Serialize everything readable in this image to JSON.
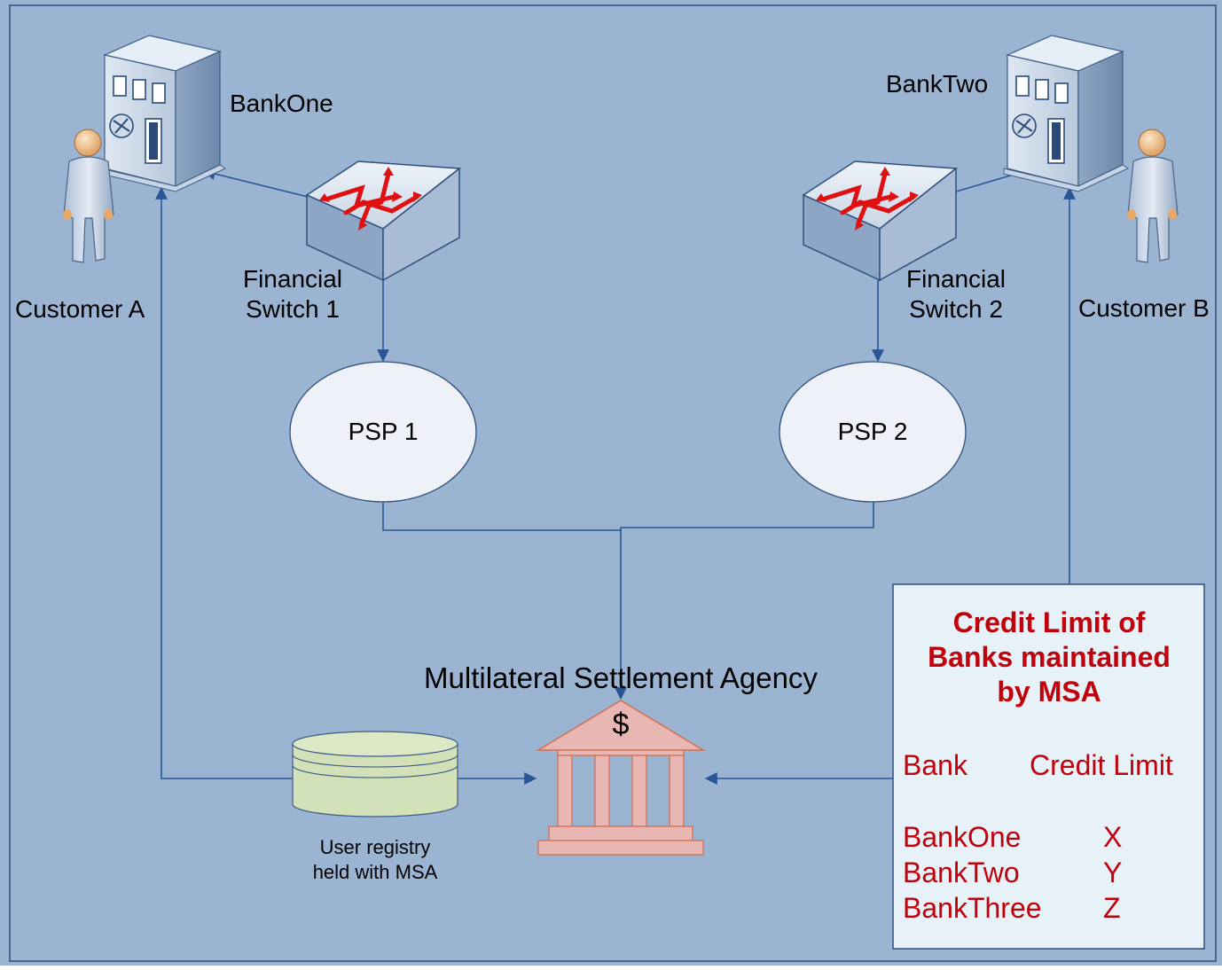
{
  "colors": {
    "background": "#9bb4d2",
    "connector": "#2a5595",
    "credit_title": "#c0000a",
    "credit_body": "#c0000a",
    "panel_fill": "#e6f1f8",
    "ellipse_fill": "#eef2f8",
    "registry_fill": "#d2e1b7",
    "msa_fill": "#e8b7b4",
    "msa_stroke": "#d26d4c"
  },
  "nodes": {
    "bank_one_label": "BankOne",
    "bank_two_label": "BankTwo",
    "customer_a_label": "Customer A",
    "customer_b_label": "Customer B",
    "switch1_line1": "Financial",
    "switch1_line2": "Switch 1",
    "switch2_line1": "Financial",
    "switch2_line2": "Switch 2",
    "psp1_label": "PSP 1",
    "psp2_label": "PSP 2",
    "msa_label": "Multilateral Settlement Agency",
    "msa_symbol": "$",
    "registry_line1": "User registry",
    "registry_line2": "held with MSA"
  },
  "icons": {
    "bank_one": "bank-building-icon",
    "bank_two": "bank-building-icon",
    "customer_a": "person-icon",
    "customer_b": "person-icon",
    "switch1": "network-switch-icon",
    "switch2": "network-switch-icon",
    "registry": "database-icon",
    "msa": "bank-columns-icon"
  },
  "credit_panel": {
    "title_line1": "Credit Limit of",
    "title_line2": "Banks maintained",
    "title_line3": "by MSA",
    "col_bank": "Bank",
    "col_limit": "Credit Limit",
    "rows": [
      {
        "bank": "BankOne",
        "limit": "X"
      },
      {
        "bank": "BankTwo",
        "limit": "Y"
      },
      {
        "bank": "BankThree",
        "limit": "Z"
      }
    ]
  }
}
